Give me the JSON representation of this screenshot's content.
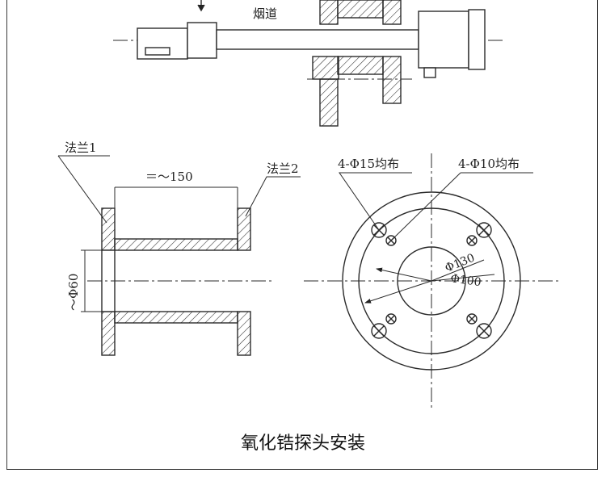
{
  "labels": {
    "flue": "烟道",
    "flange1": "法兰1",
    "flange2": "法兰2",
    "length": "＝～150",
    "diameter": "～Φ60",
    "holes_large": "4-Φ15均布",
    "holes_small": "4-Φ10均布",
    "dia_outer": "Φ130",
    "dia_inner": "Φ100"
  },
  "caption": "氧化锆探头安装",
  "colors": {
    "line": "#2a2a2a",
    "background": "#ffffff"
  }
}
